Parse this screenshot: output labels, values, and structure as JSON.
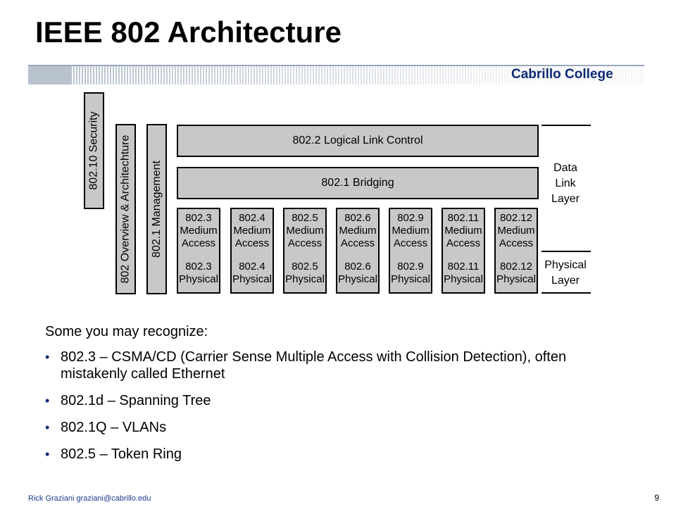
{
  "title": "IEEE 802 Architecture",
  "brand": "Cabrillo College",
  "diagram": {
    "security": "802.10 Security",
    "overview": "802 Overview & Architechture",
    "management": "802.1 Management",
    "llc": "802.2 Logical Link Control",
    "bridging": "802.1 Bridging",
    "mac_columns": [
      {
        "top": [
          "802.3",
          "Medium",
          "Access"
        ],
        "bottom": [
          "802.3",
          "Physical"
        ]
      },
      {
        "top": [
          "802.4",
          "Medium",
          "Access"
        ],
        "bottom": [
          "802.4",
          "Physical"
        ]
      },
      {
        "top": [
          "802.5",
          "Medium",
          "Access"
        ],
        "bottom": [
          "802.5",
          "Physical"
        ]
      },
      {
        "top": [
          "802.6",
          "Medium",
          "Access"
        ],
        "bottom": [
          "802.6",
          "Physical"
        ]
      },
      {
        "top": [
          "802.9",
          "Medium",
          "Access"
        ],
        "bottom": [
          "802.9",
          "Physical"
        ]
      },
      {
        "top": [
          "802.11",
          "Medium",
          "Access"
        ],
        "bottom": [
          "802.11",
          "Physical"
        ]
      },
      {
        "top": [
          "802.12",
          "Medium",
          "Access"
        ],
        "bottom": [
          "802.12",
          "Physical"
        ]
      }
    ],
    "data_link_layer": [
      "Data",
      "Link",
      "Layer"
    ],
    "physical_layer": [
      "Physical",
      "Layer"
    ]
  },
  "intro": "Some you may recognize:",
  "items": [
    "802.3 – CSMA/CD (Carrier Sense Multiple Access with Collision Detection), often mistakenly called Ethernet",
    "802.1d – Spanning Tree",
    "802.1Q – VLANs",
    "802.5 – Token Ring"
  ],
  "footer": "Rick Graziani  graziani@cabrillo.edu",
  "page_number": "9",
  "colors": {
    "box_fill": "#c8c8c8",
    "brand": "#0c2a73",
    "bullet": "#0c2a73"
  }
}
